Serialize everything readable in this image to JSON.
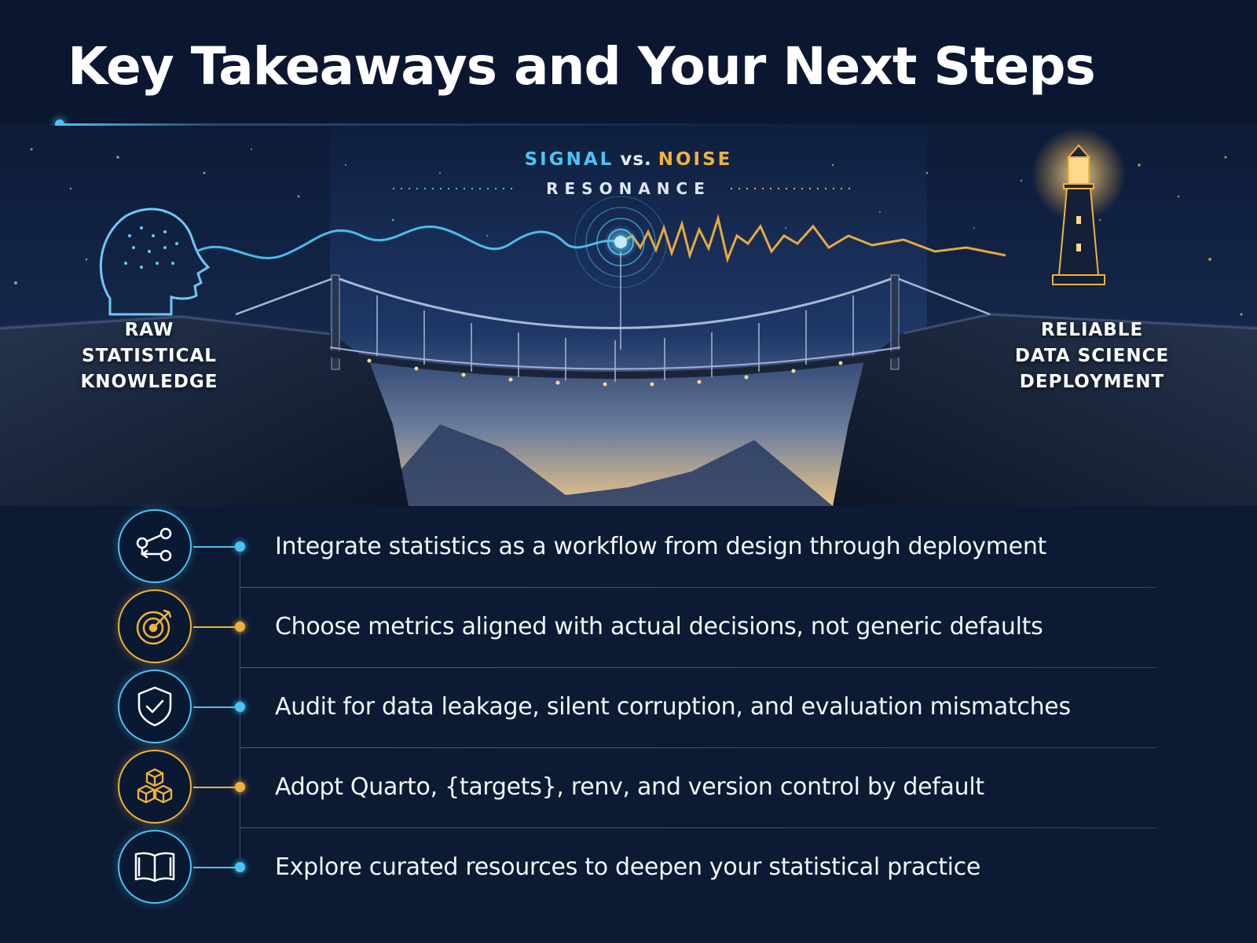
{
  "title": "Key Takeaways and Your Next Steps",
  "hero": {
    "signal_word": "SIGNAL",
    "vs_word": "vs.",
    "noise_word": "NOISE",
    "resonance_word": "RESONANCE",
    "left_label": [
      "RAW",
      "STATISTICAL",
      "KNOWLEDGE"
    ],
    "right_label": [
      "RELIABLE",
      "DATA SCIENCE",
      "DEPLOYMENT"
    ]
  },
  "takeaways": [
    {
      "text": "Integrate statistics as a workflow from design through deployment",
      "icon": "workflow-icon",
      "accent": "blue"
    },
    {
      "text": "Choose metrics aligned with actual decisions, not generic defaults",
      "icon": "target-icon",
      "accent": "gold"
    },
    {
      "text": "Audit for data leakage, silent corruption, and evaluation mismatches",
      "icon": "shield-check-icon",
      "accent": "blue"
    },
    {
      "text": "Adopt Quarto, {targets}, renv, and version control by default",
      "icon": "cubes-icon",
      "accent": "gold"
    },
    {
      "text": "Explore curated resources to deepen your statistical practice",
      "icon": "book-icon",
      "accent": "blue"
    }
  ],
  "colors": {
    "background": "#0c1a33",
    "signal_blue": "#4cc4f2",
    "noise_gold": "#f0b23c",
    "text": "#ffffff"
  }
}
